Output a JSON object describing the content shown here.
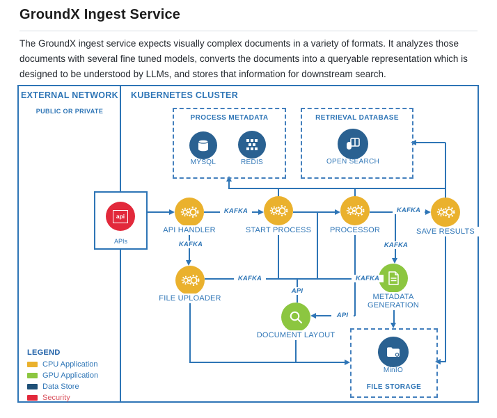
{
  "page": {
    "title": "GroundX Ingest Service",
    "description": "The GroundX ingest service expects visually complex documents in a variety of formats. It analyzes those documents with several fine tuned models, converts the documents into a queryable representation which is designed to be understood by LLMs, and stores that information for downstream search."
  },
  "diagram": {
    "zones": {
      "external": {
        "title": "EXTERNAL NETWORK",
        "subtitle": "PUBLIC OR PRIVATE"
      },
      "kubernetes": {
        "title": "KUBERNETES CLUSTER"
      }
    },
    "groups": {
      "process_metadata": {
        "title": "PROCESS METADATA"
      },
      "retrieval_database": {
        "title": "RETRIEVAL DATABASE"
      },
      "file_storage": {
        "title": "FILE STORAGE"
      }
    },
    "nodes": {
      "apis": {
        "label": "APIs",
        "icon_text": "api",
        "type": "Security"
      },
      "mysql": {
        "label": "MYSQL",
        "type": "Data Store"
      },
      "redis": {
        "label": "REDIS",
        "type": "Data Store"
      },
      "open_search": {
        "label": "OPEN SEARCH",
        "type": "Data Store"
      },
      "minio": {
        "label": "MinIO",
        "type": "Data Store"
      },
      "api_handler": {
        "label": "API HANDLER",
        "type": "CPU Application"
      },
      "start_process": {
        "label": "START PROCESS",
        "type": "CPU Application"
      },
      "processor": {
        "label": "PROCESSOR",
        "type": "CPU Application"
      },
      "save_results": {
        "label": "SAVE RESULTS",
        "type": "CPU Application"
      },
      "file_uploader": {
        "label": "FILE UPLOADER",
        "type": "CPU Application"
      },
      "document_layout": {
        "label": "DOCUMENT LAYOUT",
        "type": "GPU Application"
      },
      "metadata_generation": {
        "label": "METADATA GENERATION",
        "type": "GPU Application"
      }
    },
    "edge_labels": {
      "kafka": "KAFKA",
      "api": "API"
    },
    "legend": {
      "title": "LEGEND",
      "items": [
        {
          "label": "CPU Application",
          "color": "#EAB12D"
        },
        {
          "label": "GPU Application",
          "color": "#8CC640"
        },
        {
          "label": "Data Store",
          "color": "#1F5077"
        },
        {
          "label": "Security",
          "color": "#E2293B"
        }
      ]
    },
    "colors": {
      "line_blue": "#2E75B6",
      "cpu_yellow": "#EAB12D",
      "gpu_green": "#8CC640",
      "datastore_navy": "#2A6191",
      "security_red": "#E2293B"
    }
  }
}
